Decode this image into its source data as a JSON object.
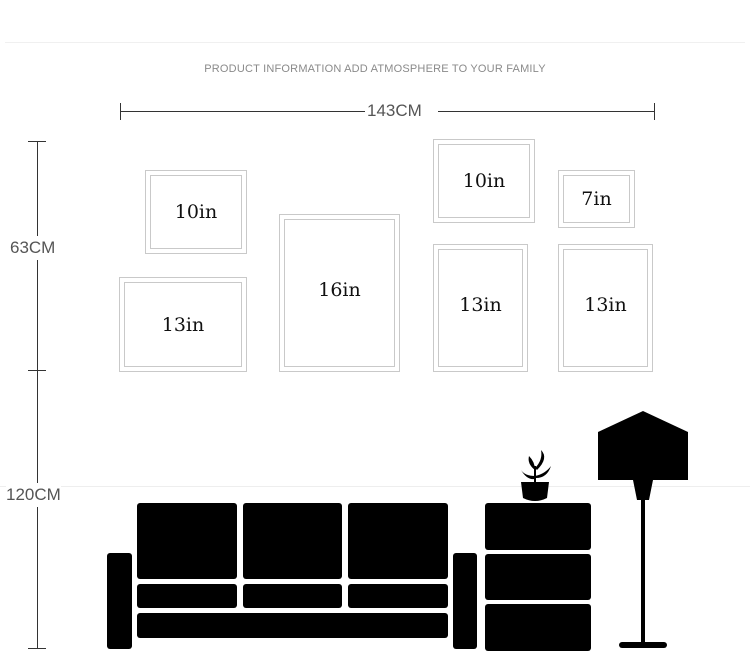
{
  "header": {
    "text": "PRODUCT INFORMATION ADD ATMOSPHERE TO YOUR FAMILY"
  },
  "dimensions": {
    "width_label": "143CM",
    "height_label": "63CM",
    "floor_label": "120CM"
  },
  "frames": [
    {
      "size_label": "10in"
    },
    {
      "size_label": "13in"
    },
    {
      "size_label": "16in"
    },
    {
      "size_label": "10in"
    },
    {
      "size_label": "13in"
    },
    {
      "size_label": "7in"
    },
    {
      "size_label": "13in"
    }
  ],
  "colors": {
    "frame_border": "#c9c9c9",
    "silhouette": "#000000",
    "dimension_line": "#333333"
  }
}
